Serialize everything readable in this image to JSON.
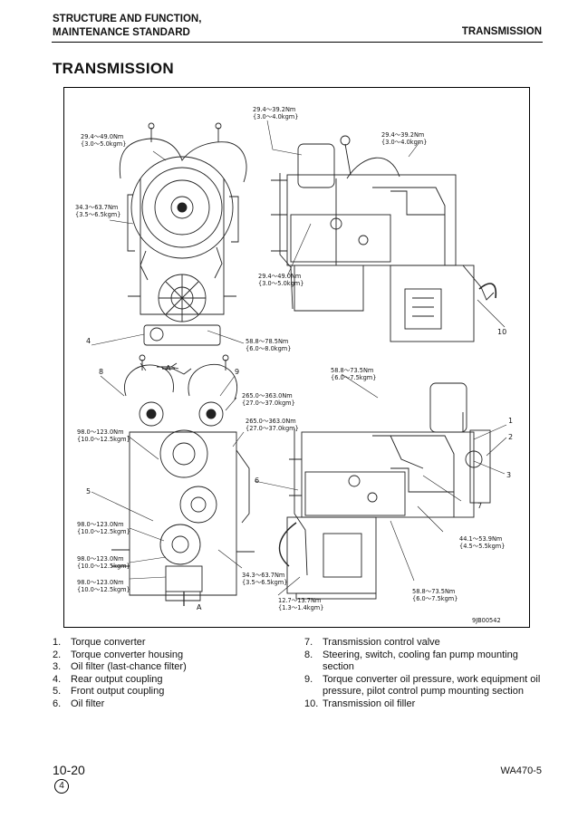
{
  "header": {
    "line1": "STRUCTURE AND FUNCTION,",
    "line2": "MAINTENANCE STANDARD",
    "section": "TRANSMISSION"
  },
  "title": "TRANSMISSION",
  "figure": {
    "code": "9JB00542",
    "torques": {
      "t1a": "29.4～39.2Nm",
      "t1b": "{3.0～4.0kgm}",
      "t2a": "29.4～49.0Nm",
      "t2b": "{3.0～5.0kgm}",
      "t3a": "29.4～39.2Nm",
      "t3b": "{3.0～4.0kgm}",
      "t4a": "34.3～63.7Nm",
      "t4b": "{3.5～6.5kgm}",
      "t5a": "29.4～49.0Nm",
      "t5b": "{3.0～5.0kgm}",
      "t6a": "58.8～78.5Nm",
      "t6b": "{6.0～8.0kgm}",
      "t7a": "58.8～73.5Nm",
      "t7b": "{6.0～7.5kgm}",
      "t8a": "265.0～363.0Nm",
      "t8b": "{27.0～37.0kgm}",
      "t9a": "265.0～363.0Nm",
      "t9b": "{27.0～37.0kgm}",
      "t10a": "98.0～123.0Nm",
      "t10b": "{10.0～12.5kgm}",
      "t11a": "98.0～123.0Nm",
      "t11b": "{10.0～12.5kgm}",
      "t12a": "98.0～123.0Nm",
      "t12b": "{10.0～12.5kgm}",
      "t13a": "98.0～123.0Nm",
      "t13b": "{10.0～12.5kgm}",
      "t14a": "34.3～63.7Nm",
      "t14b": "{3.5～6.5kgm}",
      "t15a": "12.7～13.7Nm",
      "t15b": "{1.3～1.4kgm}",
      "t16a": "44.1～53.9Nm",
      "t16b": "{4.5～5.5kgm}",
      "t17a": "58.8～73.5Nm",
      "t17b": "{6.0～7.5kgm}"
    },
    "callouts": {
      "c1": "1",
      "c2": "2",
      "c3": "3",
      "c4": "4",
      "c5": "5",
      "c6": "6",
      "c7": "7",
      "c8": "8",
      "c9": "9",
      "c10": "10",
      "sectionA": "A"
    }
  },
  "legend_left": [
    {
      "n": "1.",
      "t": "Torque converter"
    },
    {
      "n": "2.",
      "t": "Torque converter housing"
    },
    {
      "n": "3.",
      "t": "Oil filter (last-chance filter)"
    },
    {
      "n": "4.",
      "t": "Rear output coupling"
    },
    {
      "n": "5.",
      "t": "Front output coupling"
    },
    {
      "n": "6.",
      "t": "Oil filter"
    }
  ],
  "legend_right": [
    {
      "n": "7.",
      "t": "Transmission control valve"
    },
    {
      "n": "8.",
      "t": "Steering, switch, cooling fan pump mounting section"
    },
    {
      "n": "9.",
      "t": "Torque converter oil pressure, work equipment oil pressure, pilot control pump mounting section"
    },
    {
      "n": "10.",
      "t": "Transmission oil filler"
    }
  ],
  "footer": {
    "page": "10-20",
    "revision": "4",
    "model": "WA470-5"
  }
}
